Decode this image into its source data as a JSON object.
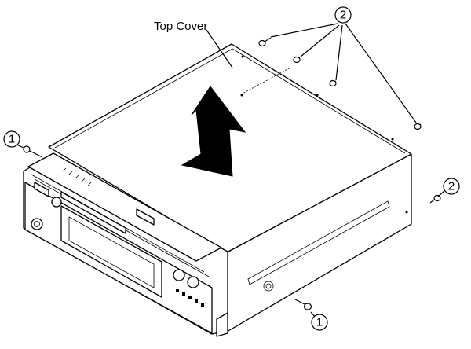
{
  "diagram": {
    "labels": {
      "top_cover": "Top Cover"
    },
    "callouts": {
      "screw_group_1": "1",
      "screw_group_2": "2"
    }
  }
}
